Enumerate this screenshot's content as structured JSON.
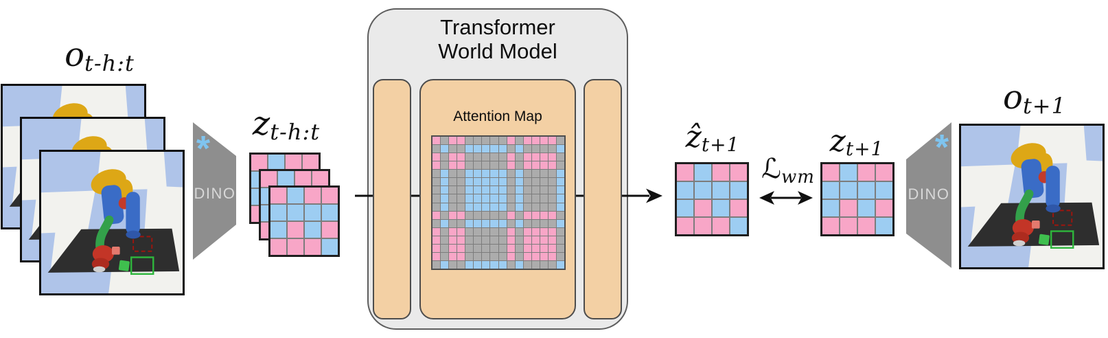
{
  "figure": {
    "obs_history_label": {
      "base": "o",
      "subscript": "t-h:t"
    },
    "latent_history_label": {
      "base": "z",
      "subscript": "t-h:t"
    },
    "transformer_box": {
      "title_line1": "Transformer",
      "title_line2": "World Model",
      "attention_map_label": "Attention Map"
    },
    "predicted_latent_label": {
      "base": "ẑ",
      "subscript": "t+1"
    },
    "loss_label": {
      "base": "ℒ",
      "subscript": "wm"
    },
    "next_latent_label": {
      "base": "z",
      "subscript": "t+1"
    },
    "next_obs_label": {
      "base": "o",
      "subscript": "t+1"
    },
    "encoder_left": {
      "name": "DINO",
      "frozen_marker": "*"
    },
    "encoder_right": {
      "name": "DINO",
      "frozen_marker": "*"
    }
  },
  "grids": {
    "latent_pattern_rows": [
      "PBPP",
      "BBBB",
      "BPBP",
      "PPPB"
    ],
    "latent_stack_count": 3,
    "attention_rows": [
      "PGPPGGGGGPGPPPPG",
      "GBGGBBBBBGBGGGGB",
      "PGPPGGGGGPGPPPPG",
      "PGPPGGGGGPGPPPPG",
      "GBGGBBBBBGBGGGGB",
      "GBGGBBBBBGBGGGGB",
      "GBGGBBBBBGBGGGGB",
      "GBGGBBBBBGBGGGGB",
      "GBGGBBBBBGBGGGGB",
      "PGPPGGGGGPGPPPPG",
      "GBGGBBBBBGBGGGGB",
      "PGPPGGGGGPGPPPPG",
      "PGPPGGGGGPGPPPPG",
      "PGPPGGGGGPGPPPPG",
      "PGPPGGGGGPGPPPPG",
      "GBGGBBBBBGBGGGGB"
    ]
  },
  "colors": {
    "cell_pink": "#F8A6C7",
    "cell_blue": "#9DCDF2",
    "cell_gray": "#ACACAC",
    "grid_line": "#7C7C7C",
    "grid_border_dark": "#1F1F1F",
    "attn_border": "#4E4E4E",
    "panel_orange": "#F3D0A4",
    "panel_border": "#4C4C4C",
    "box_bg": "#EAEAEA",
    "box_border": "#5E5E5E",
    "dino_gray": "#8E8E8E",
    "dino_text": "#D8D8D8",
    "asterisk": "#7FC4EF",
    "arrow": "#101010"
  }
}
